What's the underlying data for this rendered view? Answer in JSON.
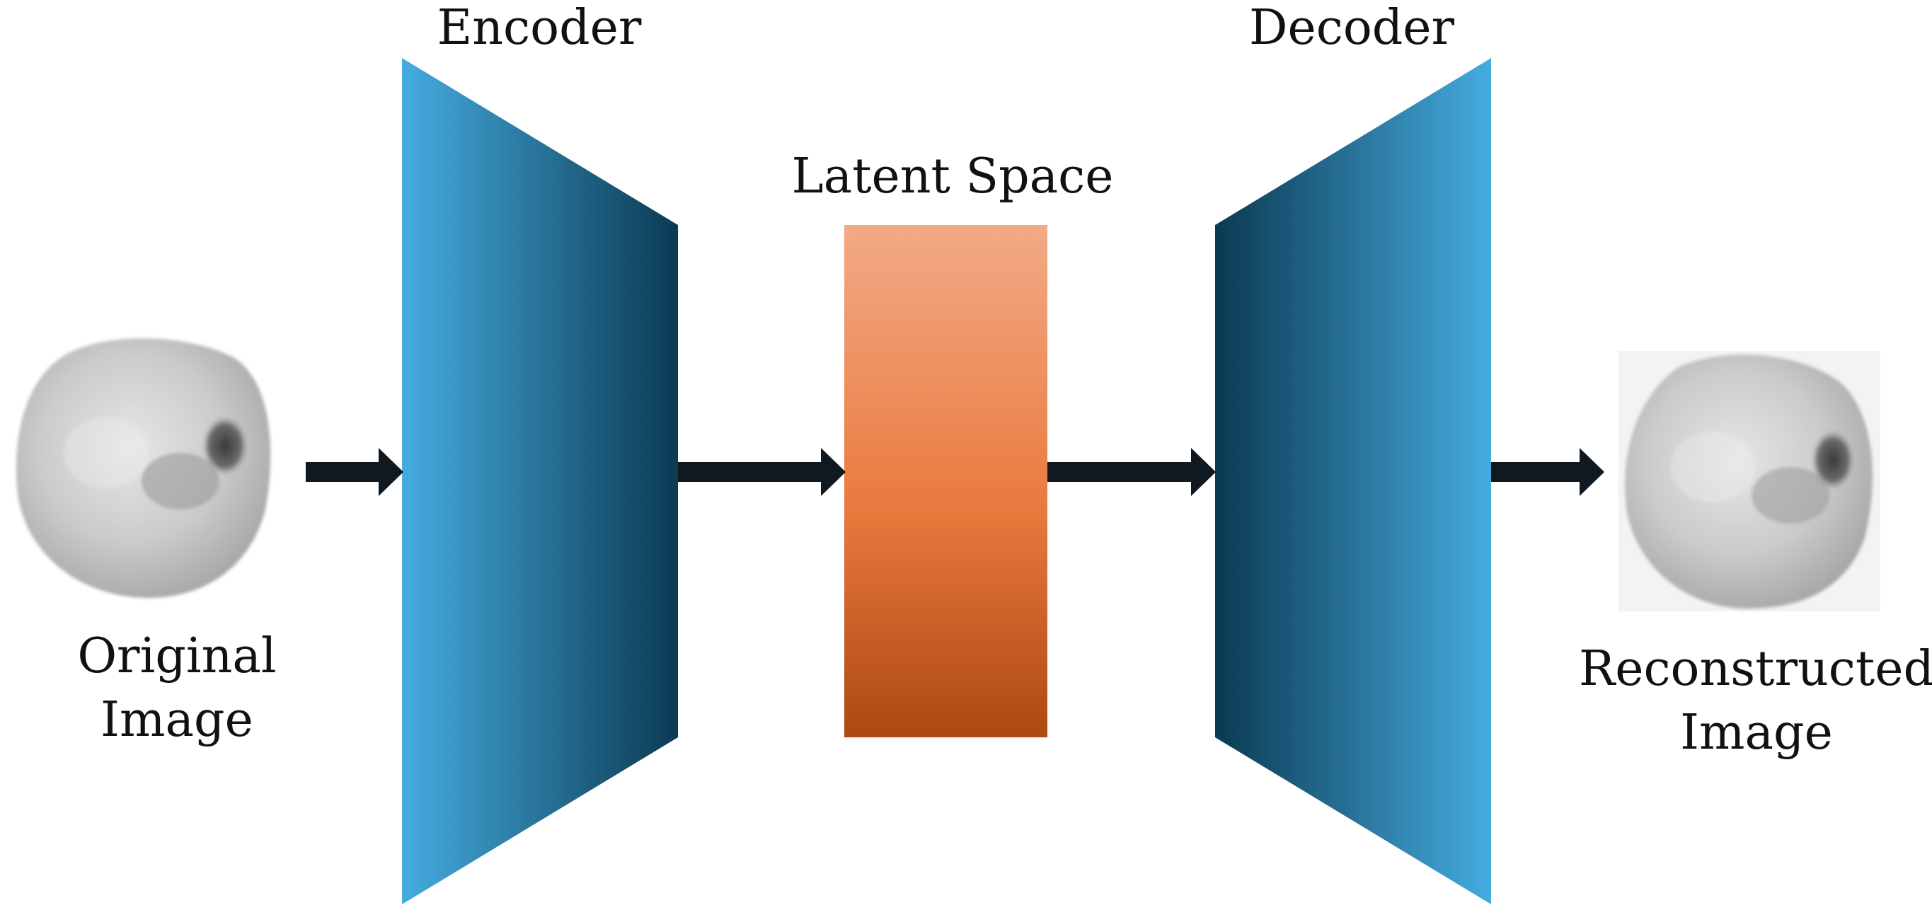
{
  "labels": {
    "encoder": "Encoder",
    "decoder": "Decoder",
    "latent": "Latent Space",
    "original_line1": "Original",
    "original_line2": "Image",
    "reconstructed_line1": "Reconstructed",
    "reconstructed_line2": "Image"
  },
  "colors": {
    "blue_light": "#45ace0",
    "blue_dark": "#0b3a52",
    "orange_top": "#f2aa86",
    "orange_mid": "#ea7a3e",
    "orange_bottom": "#ad4813",
    "arrow": "#101820",
    "cell_gray": "#c7c7c7",
    "cell_dark": "#4a4a4a"
  },
  "icons": {
    "input": "cell-image",
    "output": "cell-image",
    "arrow": "right-arrow"
  }
}
